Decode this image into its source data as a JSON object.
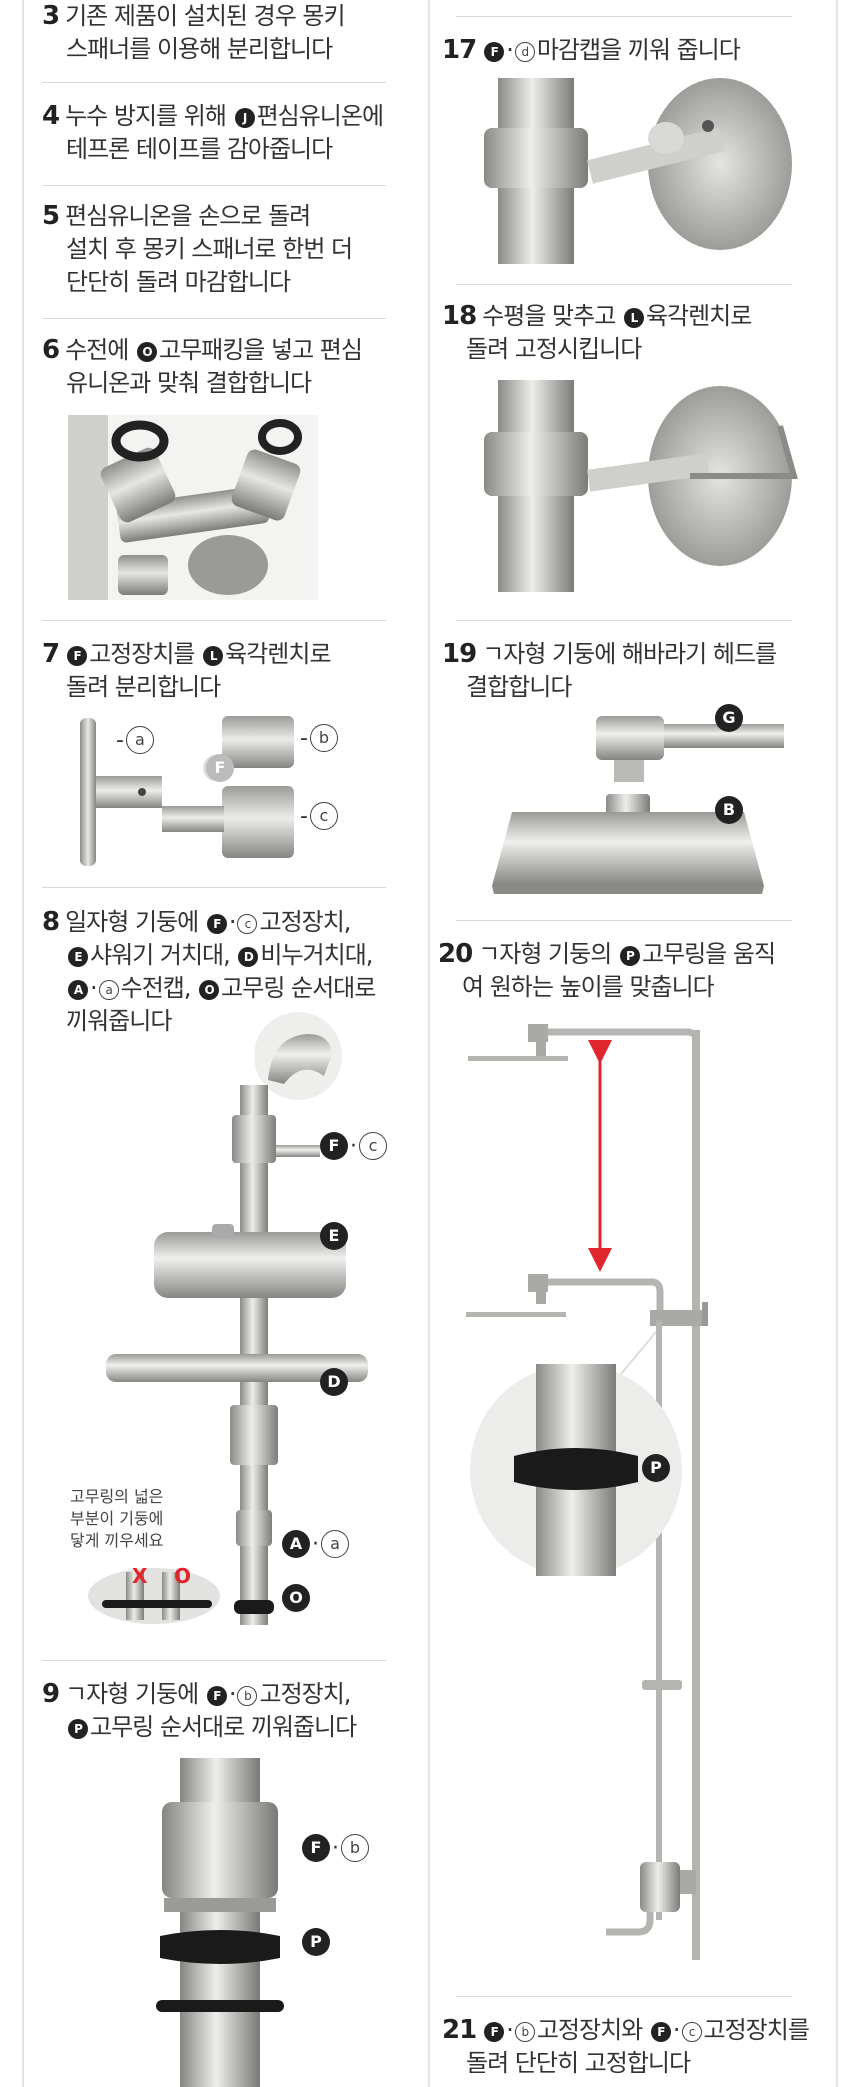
{
  "steps": {
    "s3": {
      "num": "3",
      "l1": "기존 제품이 설치된 경우 몽키",
      "l2": "스패너를 이용해 분리합니다"
    },
    "s4": {
      "num": "4",
      "l1a": "누수 방지를 위해",
      "l1b": "편심유니온에",
      "l2": "테프론 테이프를 감아줍니다"
    },
    "s5": {
      "num": "5",
      "l1": "편심유니온을 손으로 돌려",
      "l2": "설치 후 몽키 스패너로 한번 더",
      "l3": "단단히 돌려 마감합니다"
    },
    "s6": {
      "num": "6",
      "l1a": "수전에",
      "l1b": "고무패킹을 넣고 편심",
      "l2": "유니온과 맞춰 결합합니다"
    },
    "s7": {
      "num": "7",
      "l1a": "고정장치를",
      "l1b": "육각렌치로",
      "l2": "돌려 분리합니다"
    },
    "s8": {
      "num": "8",
      "l1a": "일자형 기둥에",
      "l1b": "고정장치,",
      "l2a": "샤워기 거치대,",
      "l2b": "비누거치대,",
      "l3a": "수전캡,",
      "l3b": "고무링 순서대로",
      "l4": "끼워줍니다"
    },
    "s9": {
      "num": "9",
      "l1a": "ㄱ자형 기둥에",
      "l1b": "고정장치,",
      "l2": "고무링 순서대로 끼워줍니다"
    },
    "s17": {
      "num": "17",
      "l1": "마감캡을 끼워 줍니다"
    },
    "s18": {
      "num": "18",
      "l1a": "수평을 맞추고",
      "l1b": "육각렌치로",
      "l2": "돌려 고정시킵니다"
    },
    "s19": {
      "num": "19",
      "l1": "ㄱ자형 기둥에 해바라기 헤드를",
      "l2": "결합합니다"
    },
    "s20": {
      "num": "20",
      "l1a": "ㄱ자형 기둥의",
      "l1b": "고무링을 움직",
      "l2": "여 원하는 높이를 맞춥니다"
    },
    "s21": {
      "num": "21",
      "l1a": "고정장치와",
      "l1b": "고정장치를",
      "l2": "돌려 단단히 고정합니다"
    }
  },
  "badges": {
    "J": "J",
    "O": "O",
    "L": "L",
    "F": "F",
    "E": "E",
    "D": "D",
    "A": "A",
    "G": "G",
    "B": "B",
    "P": "P"
  },
  "circled": {
    "a": "a",
    "b": "b",
    "c": "c",
    "d": "d"
  },
  "labels": {
    "dash_a": "-",
    "dash_b": "-",
    "dash_c": "-",
    "dot": "·",
    "dot2": "·"
  },
  "note8": {
    "l1": "고무링의 넓은",
    "l2": "부분이 기둥에",
    "l3": "닿게 끼우세요",
    "x": "X",
    "o": "O"
  },
  "colors": {
    "steel": "#b9b9b6",
    "steel_dark": "#8c8c89",
    "rubber": "#1a1a1a",
    "arrow": "#e0262d",
    "frame": "#e4e4e4"
  }
}
